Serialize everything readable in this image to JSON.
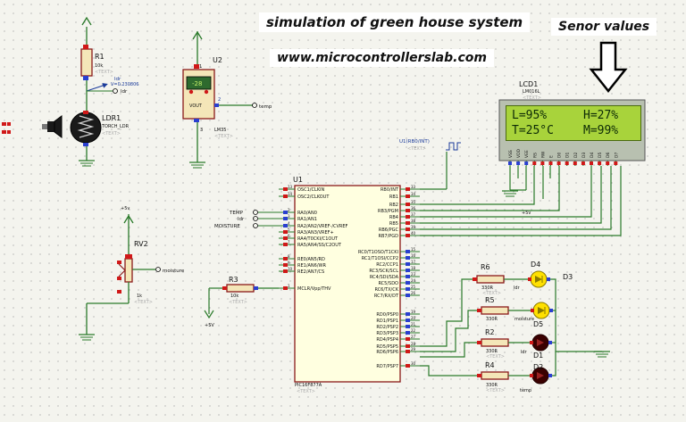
{
  "header": {
    "title": "simulation of green house system",
    "url": "www.microcontrollerslab.com",
    "sensor_values_label": "Senor values"
  },
  "lcd": {
    "ref": "LCD1",
    "model": "LM016L",
    "text_tag": "<TEXT>",
    "line1_left": "L=95%",
    "line1_right": "H=27%",
    "line2_left": "T=25°C",
    "line2_right": "M=99%",
    "pins": [
      "VSS",
      "VDD",
      "VEE",
      "RS",
      "RW",
      "E",
      "D0",
      "D1",
      "D2",
      "D3",
      "D4",
      "D5",
      "D6",
      "D7"
    ]
  },
  "r1": {
    "ref": "R1",
    "value": "10k",
    "tag": "<TEXT>"
  },
  "ldr_probe": {
    "label": "ldr",
    "voltage": "V=0.230806"
  },
  "ldr1": {
    "ref": "LDR1",
    "model": "TORCH_LDR",
    "tag": "<TEXT>"
  },
  "u2": {
    "ref": "U2",
    "display": "-28",
    "output": "VOUT",
    "model": "LM35",
    "tag": "<TEXT>",
    "pin1": "1",
    "pin2": "2",
    "pin3": "3",
    "net": "temp"
  },
  "clock": {
    "label": "U1(RB0/INT)",
    "tag": "<TEXT>"
  },
  "mcu": {
    "ref": "U1",
    "model": "PIC16F877A",
    "tag": "<TEXT>",
    "left_pins": [
      "OSC1/CLKIN",
      "OSC2/CLKOUT",
      "RA0/AN0",
      "RA1/AN1",
      "RA2/AN2/VREF-/CVREF",
      "RA3/AN3/VREF+",
      "RA4/T0CKI/C1OUT",
      "RA5/AN4/SS/C2OUT",
      "RE0/AN5/RD",
      "RE1/AN6/WR",
      "RE2/AN7/CS",
      "MCLR/Vpp/THV"
    ],
    "left_nums": [
      "13",
      "14",
      "2",
      "3",
      "4",
      "5",
      "6",
      "7",
      "8",
      "9",
      "10",
      "1"
    ],
    "right_pins": [
      "RB0/INT",
      "RB1",
      "RB2",
      "RB3/PGM",
      "RB4",
      "RB5",
      "RB6/PGC",
      "RB7/PGD",
      "RC0/T1OSO/T1CKI",
      "RC1/T1OSI/CCP2",
      "RC2/CCP1",
      "RC3/SCK/SCL",
      "RC4/SDI/SDA",
      "RC5/SDO",
      "RC6/TX/CK",
      "RC7/RX/DT",
      "RD0/PSP0",
      "RD1/PSP1",
      "RD2/PSP2",
      "RD3/PSP3",
      "RD4/PSP4",
      "RD5/PSP5",
      "RD6/PSP6",
      "RD7/PSP7"
    ],
    "right_nums": [
      "33",
      "34",
      "35",
      "36",
      "37",
      "38",
      "39",
      "40",
      "15",
      "16",
      "17",
      "18",
      "23",
      "24",
      "25",
      "26",
      "19",
      "20",
      "21",
      "22",
      "27",
      "28",
      "29",
      "30"
    ],
    "net_labels": [
      "TEMP",
      "ldr",
      "MOISTURE"
    ]
  },
  "power": {
    "plus5": "+5v",
    "plus5_caps": "+5V"
  },
  "rv2": {
    "ref": "RV2",
    "value": "1k",
    "tag": "<TEXT>",
    "net": "moisture"
  },
  "r3": {
    "ref": "R3",
    "value": "10k",
    "tag": "<TEXT>",
    "supply": "+5V"
  },
  "leds": {
    "r6": {
      "ref": "R6",
      "value": "330R",
      "tag": "<TEXT>"
    },
    "r5": {
      "ref": "R5",
      "value": "330R",
      "tag": "<TEXT>"
    },
    "r2": {
      "ref": "R2",
      "value": "330R",
      "tag": "<TEXT>"
    },
    "r4": {
      "ref": "R4",
      "value": "330R",
      "tag": "<TEXT>"
    },
    "d4": {
      "ref": "D4",
      "net": "ldr"
    },
    "d5": {
      "ref": "D5",
      "net": "moisture"
    },
    "d3": {
      "ref": "D3"
    },
    "d1": {
      "ref": "D1",
      "net": "ldr"
    },
    "d2": {
      "ref": "D2",
      "net": "temp"
    }
  },
  "colors": {
    "wire": "#2a7a2a",
    "component": "#8a1a1a",
    "pin_red": "#d01818",
    "pin_blue": "#2a3fd0",
    "lcd_green": "#a8d33b",
    "mcu_fill": "#ffffe0",
    "led_on": "#ffe000",
    "led_off": "#3a0000"
  }
}
